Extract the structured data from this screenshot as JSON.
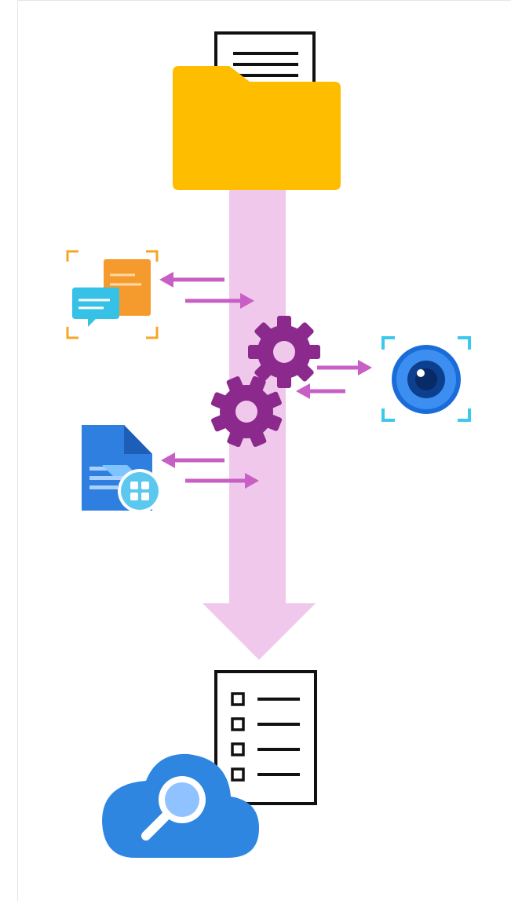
{
  "diagram": {
    "nodes": [
      {
        "id": "source-folder",
        "icon": "folder-with-document-icon"
      },
      {
        "id": "language-service",
        "icon": "chat-bubbles-icon"
      },
      {
        "id": "vision-service",
        "icon": "eye-camera-icon"
      },
      {
        "id": "form-service",
        "icon": "document-table-icon"
      },
      {
        "id": "processing",
        "icon": "gears-icon"
      },
      {
        "id": "output-index",
        "icon": "checklist-document-icon"
      },
      {
        "id": "cloud-search",
        "icon": "cloud-search-icon"
      }
    ],
    "colors": {
      "pipeline": "#f0c8ec",
      "connector": "#c85fc4",
      "gear": "#8b2a8c",
      "folder": "#ffbd00",
      "bubble_orange": "#f59b2e",
      "bubble_teal": "#35c2e6",
      "bracket_orange": "#f5a623",
      "bracket_cyan": "#3cc8ea",
      "doc_blue": "#2f7fe0",
      "cloud_blue": "#2f86e0",
      "eye_blue": "#1a6dd9",
      "outline": "#111111"
    }
  }
}
